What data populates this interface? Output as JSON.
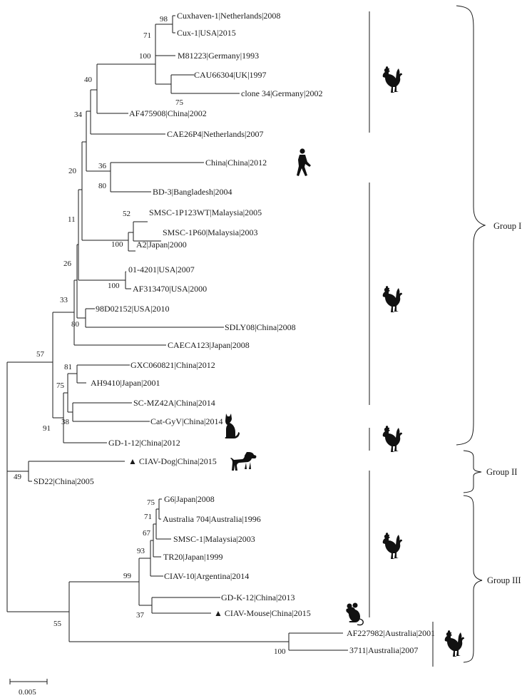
{
  "tree": {
    "taxa": [
      "Cuxhaven-1|Netherlands|2008",
      "Cux-1|USA|2015",
      "M81223|Germany|1993",
      "CAU66304|UK|1997",
      "clone 34|Germany|2002",
      "AF475908|China|2002",
      "CAE26P4|Netherlands|2007",
      "China|China|2012",
      "BD-3|Bangladesh|2004",
      "SMSC-1P123WT|Malaysia|2005",
      "SMSC-1P60|Malaysia|2003",
      "A2|Japan|2000",
      "01-4201|USA|2007",
      "AF313470|USA|2000",
      "98D02152|USA|2010",
      "SDLY08|China|2008",
      "CAECA123|Japan|2008",
      "GXC060821|China|2012",
      "AH9410|Japan|2001",
      "SC-MZ42A|China|2014",
      "Cat-GyV|China|2014",
      "GD-1-12|China|2012",
      "▲ CIAV-Dog|China|2015",
      "SD22|China|2005",
      "G6|Japan|2008",
      "Australia 704|Australia|1996",
      "SMSC-1|Malaysia|2003",
      "TR20|Japan|1999",
      "CIAV-10|Argentina|2014",
      "GD-K-12|China|2013",
      "▲ CIAV-Mouse|China|2015",
      "AF227982|Australia|2001",
      "3711|Australia|2007"
    ],
    "bootstrap": [
      "98",
      "71",
      "100",
      "75",
      "40",
      "34",
      "36",
      "20",
      "80",
      "52",
      "100",
      "11",
      "100",
      "26",
      "80",
      "33",
      "81",
      "75",
      "38",
      "91",
      "57",
      "49",
      "75",
      "71",
      "67",
      "93",
      "99",
      "37",
      "55",
      "100"
    ]
  },
  "groups": [
    "Group I",
    "Group II",
    "Group III"
  ],
  "scale_bar": "0.005",
  "host_icons": [
    "rooster-icon",
    "human-icon",
    "rooster-icon",
    "cat-icon",
    "rooster-icon",
    "dog-icon",
    "rooster-icon",
    "mouse-icon",
    "rooster-icon"
  ]
}
